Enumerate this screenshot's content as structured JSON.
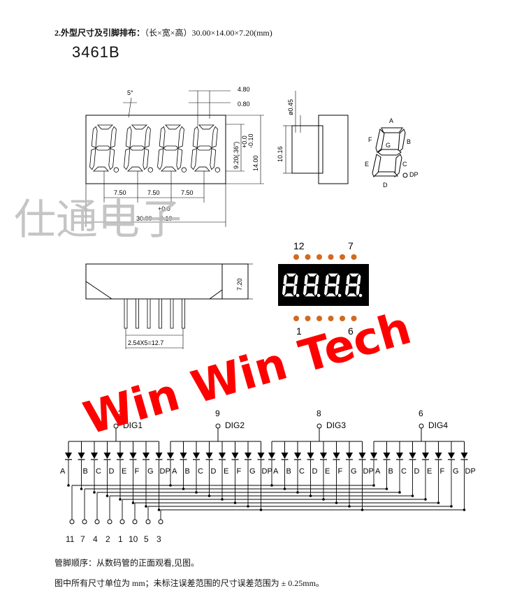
{
  "header": {
    "title_bold": "2.外型尺寸及引脚排布：",
    "title_rest": "（长×宽×高）30.00×14.00×7.20(mm)",
    "model": "3461B"
  },
  "front_view": {
    "digit_pitch": [
      "7.50",
      "7.50",
      "7.50"
    ],
    "total_width": "30.00",
    "total_tol_upper": "+0.0",
    "total_tol_lower": "-0.10",
    "seg_angle": "5°",
    "top_dim_1": "4.80",
    "top_dim_2": "0.80",
    "digit_height": "9.20(.36\")",
    "height_tol_upper": "+0.0",
    "height_tol_lower": "-0.10",
    "total_height": "14.00"
  },
  "side_view": {
    "pin_dia": "ø0.45",
    "height": "10.16"
  },
  "segment_legend": {
    "labels": [
      "A",
      "B",
      "C",
      "D",
      "E",
      "F",
      "G",
      "DP"
    ],
    "color_on": "#555555"
  },
  "bottom_view": {
    "height": "7.20",
    "pin_pitch": "2.54X5=12.7"
  },
  "photo": {
    "pin_top_left": "12",
    "pin_top_right": "7",
    "pin_bottom_left": "1",
    "pin_bottom_right": "6",
    "pad_color": "#d2691e",
    "body_color": "#000000",
    "segment_color": "#ffffff"
  },
  "watermarks": {
    "company_cn": "仕通电子",
    "brand": "Win Win Tech",
    "brand_color": "#ff0000"
  },
  "circuit": {
    "digits": [
      {
        "name": "DIG1",
        "pin": "12"
      },
      {
        "name": "DIG2",
        "pin": "9"
      },
      {
        "name": "DIG3",
        "pin": "8"
      },
      {
        "name": "DIG4",
        "pin": "6"
      }
    ],
    "segment_labels": [
      "A",
      "B",
      "C",
      "D",
      "E",
      "F",
      "G",
      "DP"
    ],
    "bottom_pins": [
      "11",
      "7",
      "4",
      "2",
      "1",
      "10",
      "5",
      "3"
    ]
  },
  "notes": {
    "line1": "管脚顺序：从数码管的正面观看,见图。",
    "line2": "图中所有尺寸单位为 mm；未标注误差范围的尺寸误差范围为 ± 0.25mm。"
  }
}
